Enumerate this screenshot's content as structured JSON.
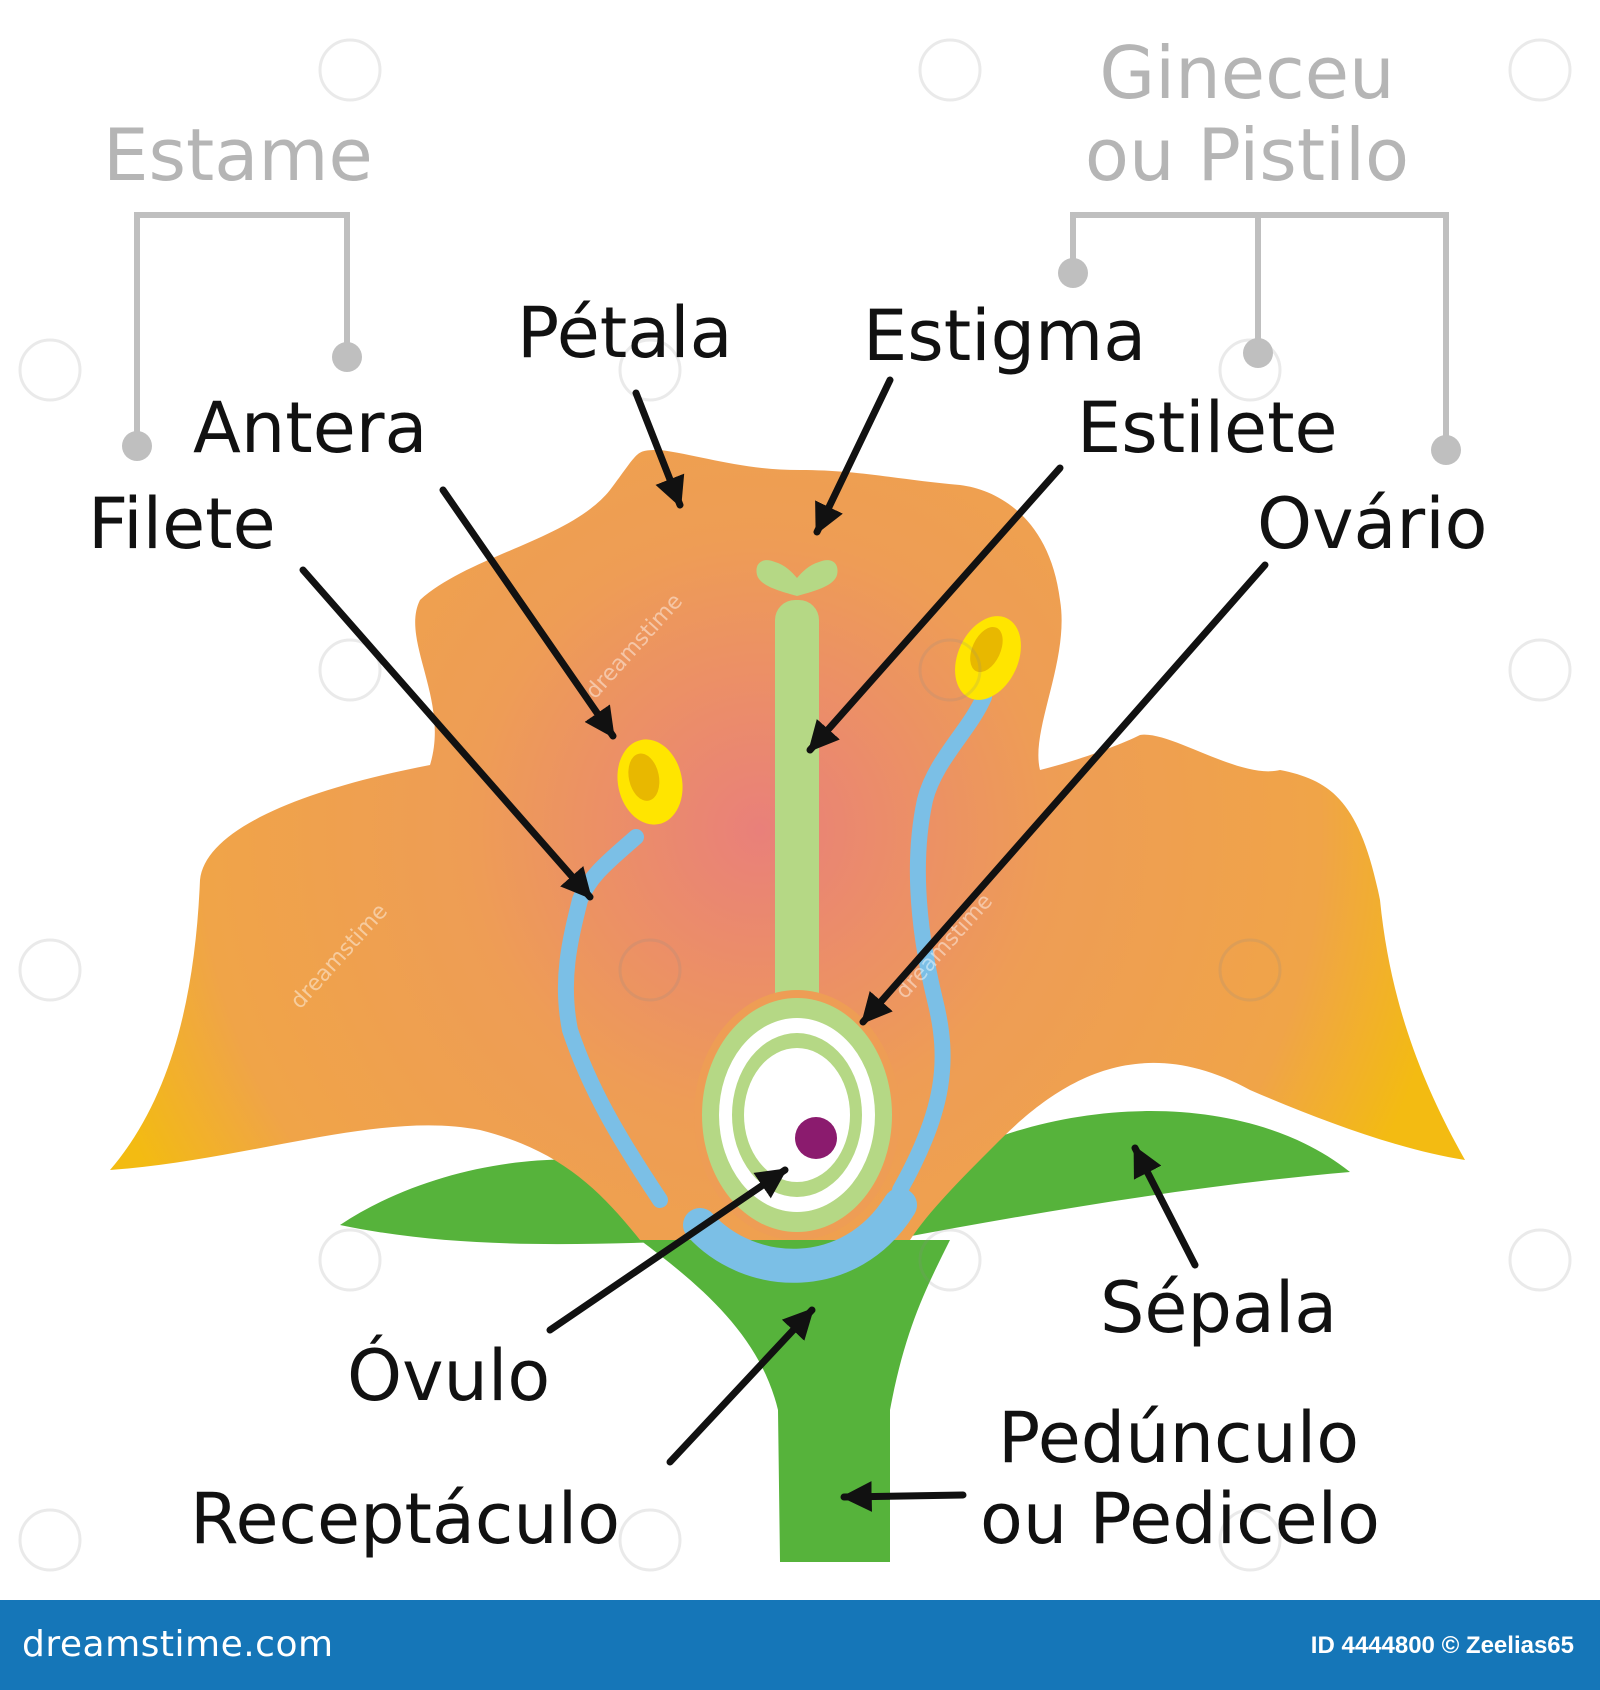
{
  "groups": {
    "stamen": "Estame",
    "pistil_line1": "Gineceu",
    "pistil_line2": "ou Pistilo"
  },
  "labels": {
    "petal": "Pétala",
    "stigma": "Estigma",
    "anther": "Antera",
    "style": "Estilete",
    "filament": "Filete",
    "ovary": "Ovário",
    "sepal": "Sépala",
    "ovule": "Óvulo",
    "peduncle_line1": "Pedúnculo",
    "peduncle_line2": "ou Pedicelo",
    "receptacle": "Receptáculo"
  },
  "watermark": "dreamstime",
  "footer": {
    "brand": "dreamstime.com",
    "id_credit": "ID 4444800 © Zeelias65"
  },
  "colors": {
    "petal_yellow": "#f3bb12",
    "petal_orange": "#ee9d55",
    "petal_center": "#e9807a",
    "sepal_green": "#56b33b",
    "pistil_green": "#b5d885",
    "filament_blue": "#7bbfe6",
    "anther_yellow": "#ffe500",
    "ovule_purple": "#8b1b6e",
    "footer_blue": "#1576b8"
  }
}
